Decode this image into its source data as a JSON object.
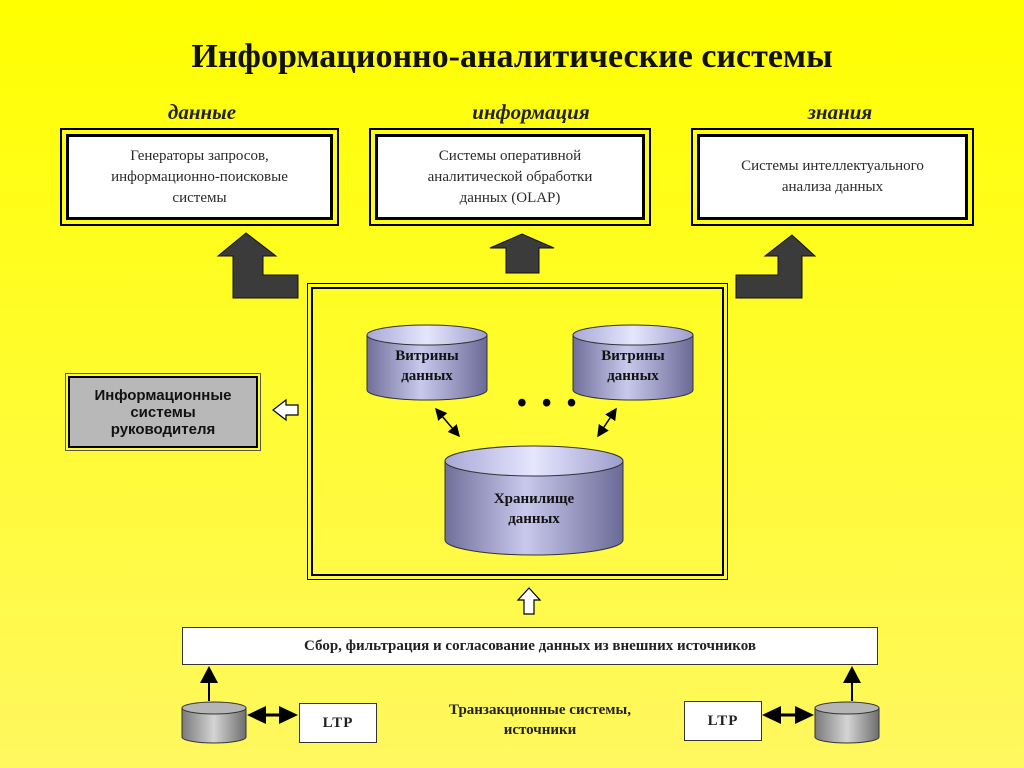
{
  "title": "Информационно-аналитические системы",
  "categories": [
    "данные",
    "информация",
    "знания"
  ],
  "top_boxes": [
    "Генераторы запросов,\nинформационно-поисковые\nсистемы",
    "Системы оперативной\nаналитической обработки\nданных (OLAP)",
    "Системы интеллектуального\nанализа данных"
  ],
  "data_marts": [
    "Витрины\nданных",
    "Витрины\nданных"
  ],
  "ellipsis": "• • •",
  "warehouse": "Хранилище\nданных",
  "exec_systems": "Информационные\nсистемы\nруководителя",
  "collect": "Сбор, фильтрация и согласование данных из внешних  источников",
  "ltp": [
    "LTP",
    "LTP"
  ],
  "transactional": "Транзакционные системы,\nисточники"
}
